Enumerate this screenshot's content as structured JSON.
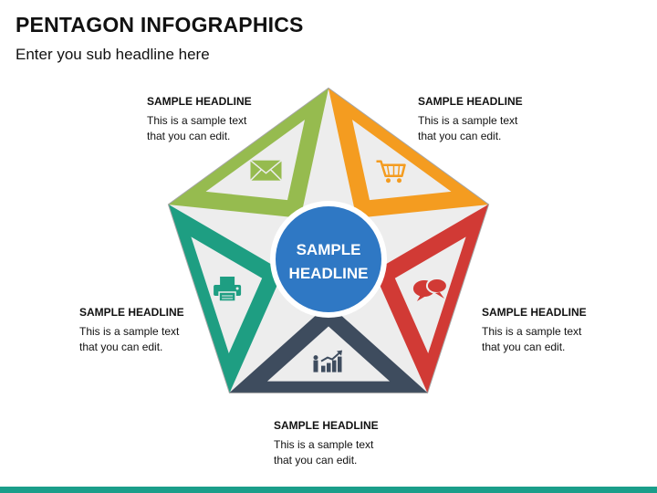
{
  "title": "PENTAGON INFOGRAPHICS",
  "subtitle": "Enter you sub headline here",
  "center": {
    "line1": "SAMPLE",
    "line2": "HEADLINE"
  },
  "segments": [
    {
      "headline": "SAMPLE HEADLINE",
      "text": "This is a sample text\nthat you can edit.",
      "color": "#f49c20",
      "icon": "shopping-cart-icon"
    },
    {
      "headline": "SAMPLE HEADLINE",
      "text": "This is a sample text\nthat you can edit.",
      "color": "#d13a35",
      "icon": "chat-bubbles-icon"
    },
    {
      "headline": "SAMPLE HEADLINE",
      "text": "This is a sample text\nthat you can edit.",
      "color": "#3e4c5e",
      "icon": "growth-chart-icon"
    },
    {
      "headline": "SAMPLE HEADLINE",
      "text": "This is a sample text\nthat you can edit.",
      "color": "#1e9e82",
      "icon": "printer-icon"
    },
    {
      "headline": "SAMPLE HEADLINE",
      "text": "This is a sample text\nthat you can edit.",
      "color": "#96bb4f",
      "icon": "envelope-icon"
    }
  ],
  "colors": {
    "pentagon_fill": "#ededed",
    "pentagon_border": "#a6a6a6",
    "center_fill": "#2f78c4",
    "footer": "#1a9e8a"
  }
}
